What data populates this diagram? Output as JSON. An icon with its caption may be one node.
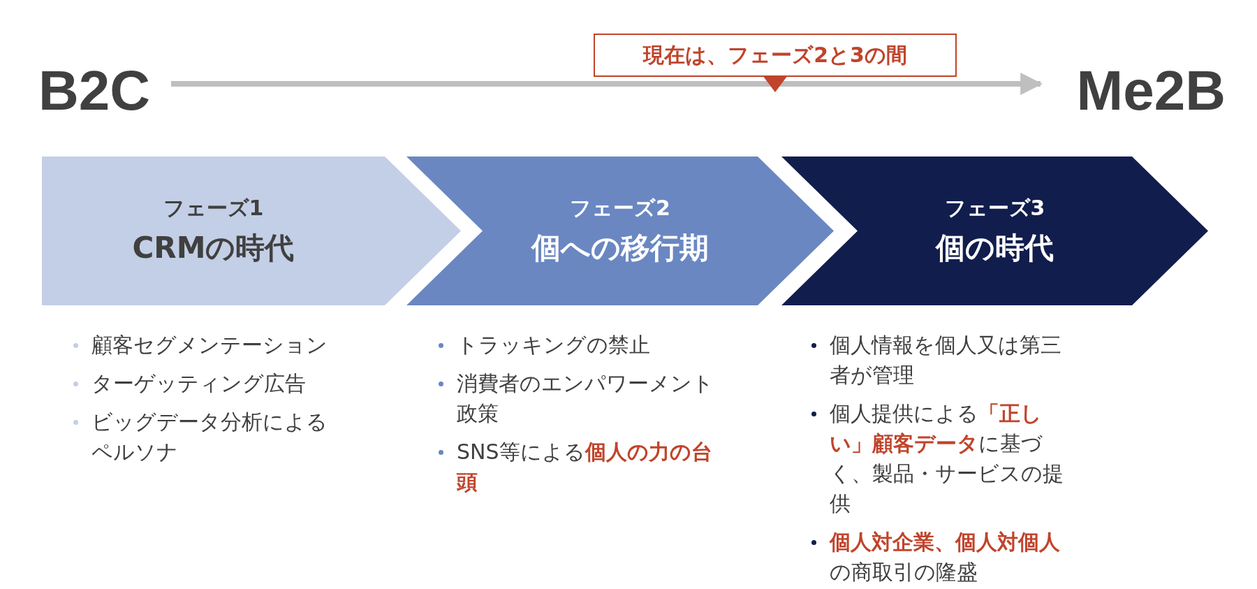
{
  "diagram": {
    "nodes": [
      {
        "text": [
          "B2C"
        ]
      },
      {
        "text": [
          "Me2B"
        ]
      },
      {
        "text": [
          "現在は、フェーズ2と3の間"
        ]
      },
      {
        "text": [
          "フェーズ1",
          "CRMの時代"
        ],
        "beside": [
          "顧客セグメンテーション",
          "ターゲッティング広告",
          "ビッグデータ分析によるペルソナ"
        ]
      },
      {
        "text": [
          "フェーズ2",
          "個への移行期"
        ],
        "beside": [
          "トラッキングの禁止",
          "消費者のエンパワーメント政策",
          "SNS等による**個人の力の台頭**"
        ]
      },
      {
        "text": [
          "フェーズ3",
          "個の時代"
        ],
        "beside": [
          "個人情報を個人又は第三者が管理",
          "個人提供による**「正しい」顧客データ**に基づく、製品・サービスの提供",
          "**個人対企業、個人対個人**の商取引の隆盛"
        ]
      }
    ],
    "edges": [
      {
        "from": 0,
        "to": 1,
        "arrow": "to",
        "color": "#bfbfbf"
      }
    ]
  }
}
